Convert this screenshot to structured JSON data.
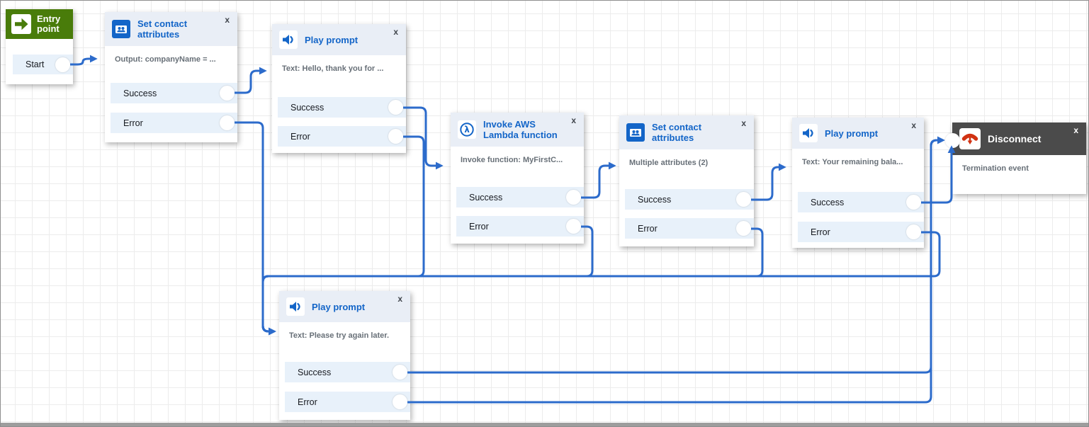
{
  "colors": {
    "connector_blue": "#2c6bcb",
    "title_blue": "#1365c8",
    "entry_green": "#497c0a",
    "header_background": "#e9eef6",
    "row_background": "#e8f1fa",
    "disconnect_header": "#4b4b4b",
    "disconnect_red": "#d13212"
  },
  "blocks": {
    "entry_point": {
      "title": "Entry point",
      "icon": "arrow-right-icon",
      "output": "Start"
    },
    "set_contact_attributes_1": {
      "title": "Set contact attributes",
      "icon": "contact-card-icon",
      "close": "x",
      "description": "Output: companyName = ...",
      "outputs": [
        "Success",
        "Error"
      ]
    },
    "play_prompt_1": {
      "title": "Play prompt",
      "icon": "speaker-icon",
      "close": "x",
      "description": "Text: Hello, thank you for ...",
      "outputs": [
        "Success",
        "Error"
      ]
    },
    "invoke_lambda": {
      "title": "Invoke AWS Lambda function",
      "icon": "lambda-icon",
      "close": "x",
      "description": "Invoke function: MyFirstC...",
      "outputs": [
        "Success",
        "Error"
      ]
    },
    "set_contact_attributes_2": {
      "title": "Set contact attributes",
      "icon": "contact-card-icon",
      "close": "x",
      "description": "Multiple attributes (2)",
      "outputs": [
        "Success",
        "Error"
      ]
    },
    "play_prompt_2": {
      "title": "Play prompt",
      "icon": "speaker-icon",
      "close": "x",
      "description": "Text: Your remaining bala...",
      "outputs": [
        "Success",
        "Error"
      ]
    },
    "disconnect": {
      "title": "Disconnect",
      "icon": "phone-down-icon",
      "close": "x",
      "description": "Termination event"
    },
    "play_prompt_3": {
      "title": "Play prompt",
      "icon": "speaker-icon",
      "close": "x",
      "description": "Text: Please try again later.",
      "outputs": [
        "Success",
        "Error"
      ]
    }
  },
  "connections": [
    {
      "from": "entry_point.Start",
      "to": "set_contact_attributes_1"
    },
    {
      "from": "set_contact_attributes_1.Success",
      "to": "play_prompt_1"
    },
    {
      "from": "set_contact_attributes_1.Error",
      "to": "play_prompt_3"
    },
    {
      "from": "play_prompt_1.Success",
      "to": "invoke_lambda"
    },
    {
      "from": "play_prompt_1.Error",
      "to": "play_prompt_3"
    },
    {
      "from": "invoke_lambda.Success",
      "to": "set_contact_attributes_2"
    },
    {
      "from": "invoke_lambda.Error",
      "to": "play_prompt_3"
    },
    {
      "from": "set_contact_attributes_2.Success",
      "to": "play_prompt_2"
    },
    {
      "from": "set_contact_attributes_2.Error",
      "to": "play_prompt_3"
    },
    {
      "from": "play_prompt_2.Success",
      "to": "disconnect"
    },
    {
      "from": "play_prompt_2.Error",
      "to": "play_prompt_3"
    },
    {
      "from": "play_prompt_3.Success",
      "to": "disconnect"
    },
    {
      "from": "play_prompt_3.Error",
      "to": "disconnect"
    }
  ]
}
